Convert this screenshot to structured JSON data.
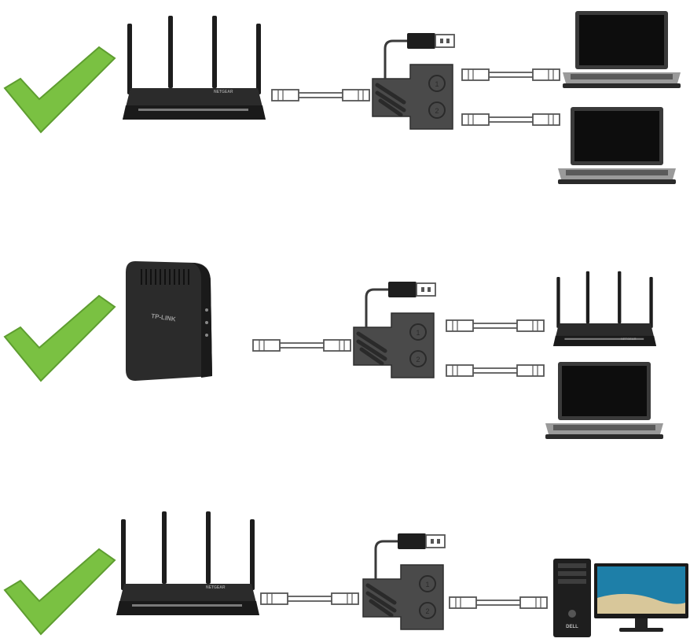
{
  "scenarios": [
    {
      "status": "valid",
      "source": "router",
      "targets": [
        "laptop",
        "laptop"
      ],
      "source_brand": "NETGEAR"
    },
    {
      "status": "valid",
      "source": "modem",
      "targets": [
        "router",
        "laptop"
      ],
      "source_brand": "TP-LINK",
      "target_brand": "NETGEAR"
    },
    {
      "status": "valid",
      "source": "router",
      "targets": [
        "desktop-pc"
      ],
      "source_brand": "NETGEAR",
      "target_brand": "DELL"
    }
  ],
  "splitter": {
    "port_labels": [
      "1",
      "2"
    ]
  },
  "colors": {
    "checkmark": "#7ac142",
    "device_body": "#2b2b2b",
    "splitter_body": "#4a4a4a",
    "cable": "#555555",
    "screen": "#0d0d0d",
    "monitor_screen": "#1e7fa8"
  },
  "icons": [
    "checkmark-icon",
    "router-icon",
    "modem-icon",
    "splitter-icon",
    "usb-plug-icon",
    "ethernet-cable-icon",
    "laptop-icon",
    "desktop-tower-icon",
    "monitor-icon"
  ]
}
